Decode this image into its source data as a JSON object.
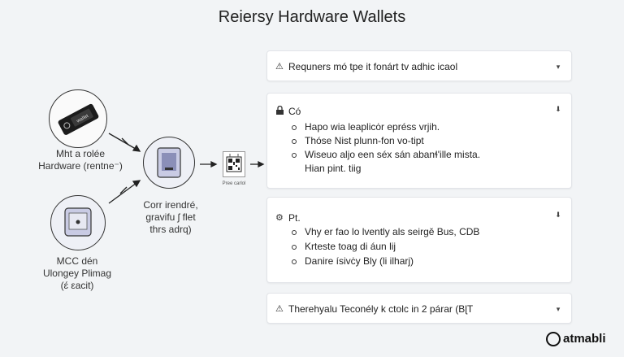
{
  "title": "Reiersy Hardware Wallets",
  "diagram": {
    "caption_top": [
      "Mht a rolée",
      "Hardware (rentne⁻)"
    ],
    "caption_mid": [
      "Corr irendré,",
      "gravifu ʃ flet",
      "thrs adrq)"
    ],
    "caption_bottom": [
      "MCC dén",
      "Ulongey Plimag",
      "(ɛ́ εacit)"
    ],
    "qr_caption": "Pree carlol",
    "wallet_label": "wallet"
  },
  "cards": {
    "card1": {
      "icon": "warning-icon",
      "text": "Requners mó tpe it fonárt tv adhic icaol"
    },
    "card2": {
      "icon": "lock-icon",
      "header": "Có",
      "bullets": [
        "Hapo wia leaplicȯr epréss vrjih.",
        "Thóse Nist plunn-fon vo-tipt",
        "Wiseuo aljo een séx sán abanɬ'ille mista."
      ],
      "trailing": "Hian pint. tiig"
    },
    "card3": {
      "icon": "gear-icon",
      "header": "Pt.",
      "bullets": [
        "Vhy er fao lo lvently als seirgě Bus, CDB",
        "Krteste toag di áun lij",
        "Danire ísivċy Bly (li ilharj)"
      ]
    },
    "card4": {
      "icon": "warning-icon",
      "text": "Therehyalu Teconély k ctolc in 2 párar (BɭT"
    }
  },
  "logo": {
    "text": "atmabli"
  }
}
